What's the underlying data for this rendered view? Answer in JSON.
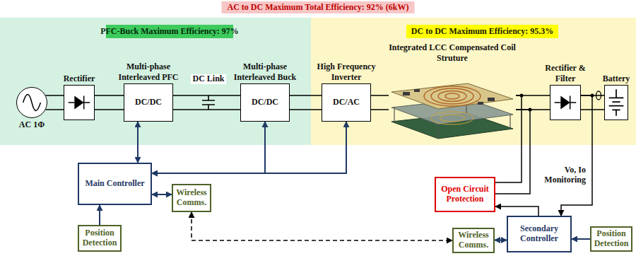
{
  "diagram": {
    "title": "AC to DC Maximum Total Efficiency: 92% (6kW)",
    "nodes": [
      {
        "text": [
          "PFC-Buck Maximum Efficiency: 97%"
        ]
      },
      {
        "text": [
          "AC 1Φ"
        ],
        "in": 0
      },
      {
        "text": [
          "Rectifier"
        ],
        "in": 0
      },
      {
        "text": [
          "Multi-phase Interleaved PFC",
          "DC/DC"
        ],
        "in": 0
      },
      {
        "text": [
          "Multi-phase Interleaved Buck",
          "DC/DC"
        ],
        "in": 0
      },
      {
        "text": [
          "DC to DC Maximum Efficiency: 95.3%"
        ]
      },
      {
        "text": [
          "High Frequency Inverter",
          "DC/AC"
        ],
        "in": 5
      },
      {
        "text": [
          "Integrated LCC Compensated Coil Struture"
        ],
        "in": 5
      },
      {
        "text": [
          "Rectifier & Filter"
        ],
        "in": 5
      },
      {
        "text": [
          "Battery"
        ],
        "in": 5
      },
      {
        "text": [
          "Main Controller"
        ]
      },
      {
        "text": [
          "Wireless Comms."
        ]
      },
      {
        "text": [
          "Position Detection"
        ]
      },
      {
        "text": [
          "Open Circuit Protection"
        ]
      },
      {
        "text": [
          "Wireless Comms."
        ]
      },
      {
        "text": [
          "Secondary Controller"
        ]
      },
      {
        "text": [
          "Position Detection"
        ]
      }
    ],
    "edges": [
      {
        "from": 1,
        "to": 2,
        "arrow": "none"
      },
      {
        "from": 2,
        "to": 3,
        "arrow": "none"
      },
      {
        "from": 3,
        "to": 4,
        "arrow": "none"
      },
      {
        "from": 4,
        "to": 6,
        "arrow": "none"
      },
      {
        "from": 6,
        "to": 7,
        "arrow": "none"
      },
      {
        "from": 7,
        "to": 8,
        "arrow": "none"
      },
      {
        "from": 8,
        "to": 9,
        "arrow": "none"
      },
      {
        "from": 3,
        "to": 10,
        "arrow": "both"
      },
      {
        "from": 10,
        "to": 4,
        "arrow": "both"
      },
      {
        "from": 10,
        "to": 6,
        "arrow": "both"
      },
      {
        "from": 10,
        "to": 11,
        "arrow": "both"
      },
      {
        "from": 12,
        "to": 10,
        "arrow": "to"
      },
      {
        "from": 11,
        "to": 14,
        "arrow": "both"
      },
      {
        "from": 7,
        "to": 13,
        "arrow": "none"
      },
      {
        "from": 15,
        "to": 13,
        "arrow": "to"
      },
      {
        "from": 8,
        "to": 15,
        "arrow": "to",
        "label": "Vo, Io Monitoring"
      },
      {
        "from": 14,
        "to": 15,
        "arrow": "both"
      },
      {
        "from": 16,
        "to": 15,
        "arrow": "to"
      }
    ],
    "labels": [
      "DC Link"
    ]
  }
}
